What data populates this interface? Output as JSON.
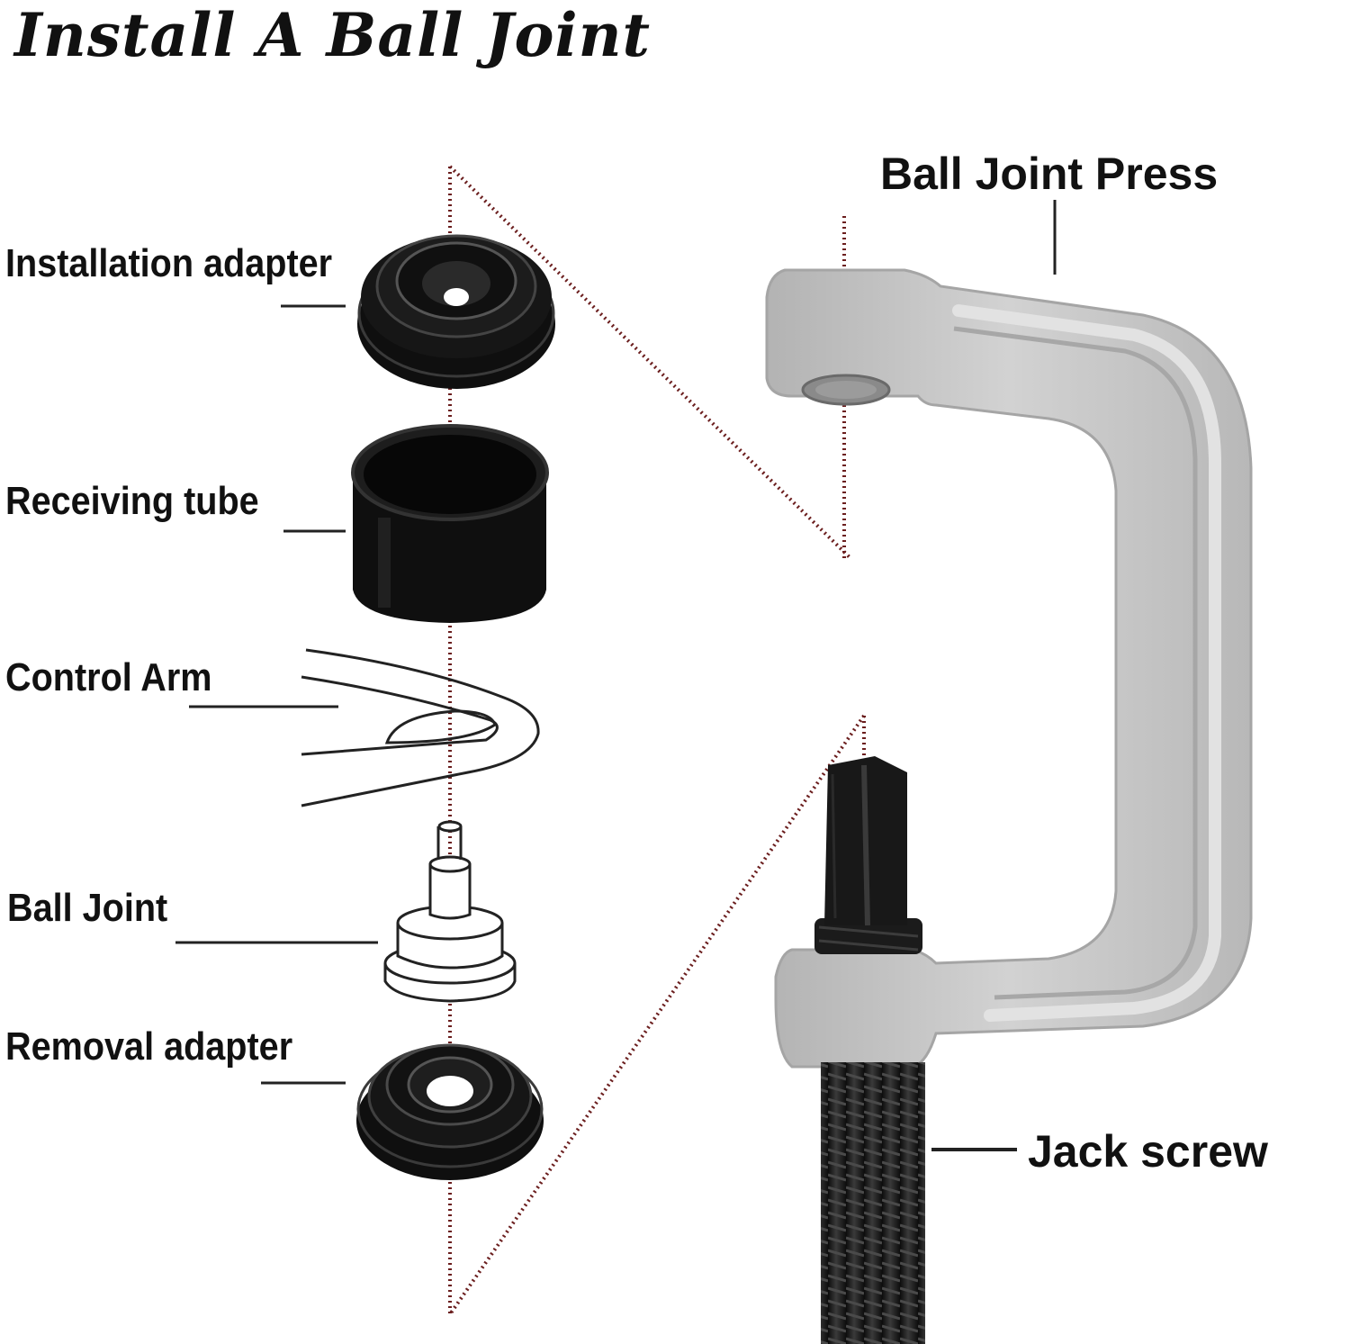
{
  "title": "Install A Ball Joint",
  "labels": {
    "installation_adapter": "Installation adapter",
    "receiving_tube": "Receiving tube",
    "control_arm": "Control Arm",
    "ball_joint": "Ball Joint",
    "removal_adapter": "Removal adapter",
    "ball_joint_press": "Ball Joint Press",
    "jack_screw": "Jack screw"
  },
  "colors": {
    "press_gray": "#c4c4c4",
    "part_black": "#151515",
    "dotted_line": "#6b1e1e"
  }
}
